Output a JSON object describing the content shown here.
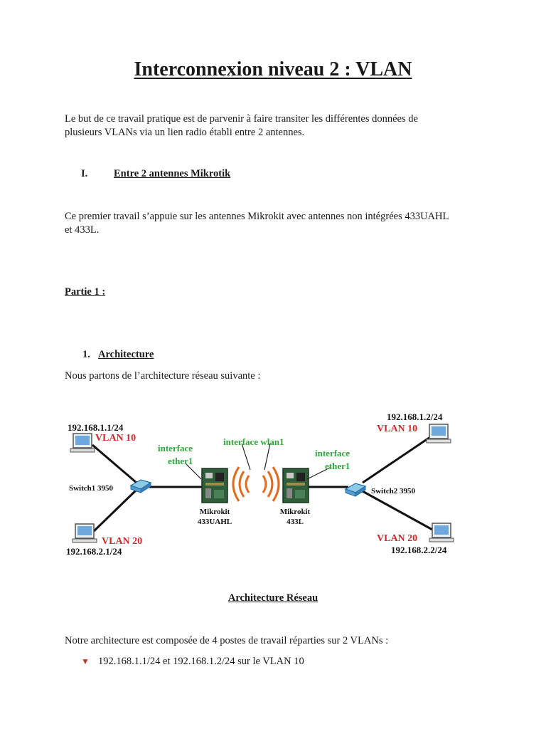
{
  "title": "Interconnexion niveau 2 : VLAN",
  "intro": {
    "line1": "Le but de ce travail pratique est de parvenir à faire transiter les différentes données de",
    "line2": "plusieurs VLANs via un lien radio établi entre 2 antennes."
  },
  "section1": {
    "number": "I.",
    "title": "Entre 2 antennes Mikrotik"
  },
  "section1_text": {
    "line1": "Ce premier travail s’appuie sur les antennes Mikrokit avec antennes non intégrées 433UAHL",
    "line2": "et 433L."
  },
  "partie": "Partie 1 :",
  "subsection": {
    "number": "1.",
    "title": "Architecture"
  },
  "arch_intro": "Nous partons de l’architecture réseau suivante :",
  "diagram": {
    "left_top_ip": "192.168.1.1/24",
    "left_top_vlan": "VLAN 10",
    "left_bottom_vlan": "VLAN 20",
    "left_bottom_ip": "192.168.2.1/24",
    "switch1": "Switch1 3950",
    "iface_ether1_left_l1": "interface",
    "iface_ether1_left_l2": "ether1",
    "iface_wlan1": "interface wlan1",
    "iface_ether1_right_l1": "interface",
    "iface_ether1_right_l2": "ether1",
    "router_left_l1": "Mikrokit",
    "router_left_l2": "433UAHL",
    "router_right_l1": "Mikrokit",
    "router_right_l2": "433L",
    "switch2": "Switch2 3950",
    "right_top_ip": "192.168.1.2/24",
    "right_top_vlan": "VLAN 10",
    "right_bottom_vlan": "VLAN 20",
    "right_bottom_ip": "192.168.2.2/24",
    "colors": {
      "vlan": "#d0272c",
      "interface": "#2fa53c",
      "link": "#111111"
    }
  },
  "caption": "Architecture Réseau",
  "summary": "Notre architecture est composée de 4 postes de travail réparties sur 2 VLANs :",
  "bullets": [
    "192.168.1.1/24 et 192.168.1.2/24 sur le VLAN 10"
  ]
}
